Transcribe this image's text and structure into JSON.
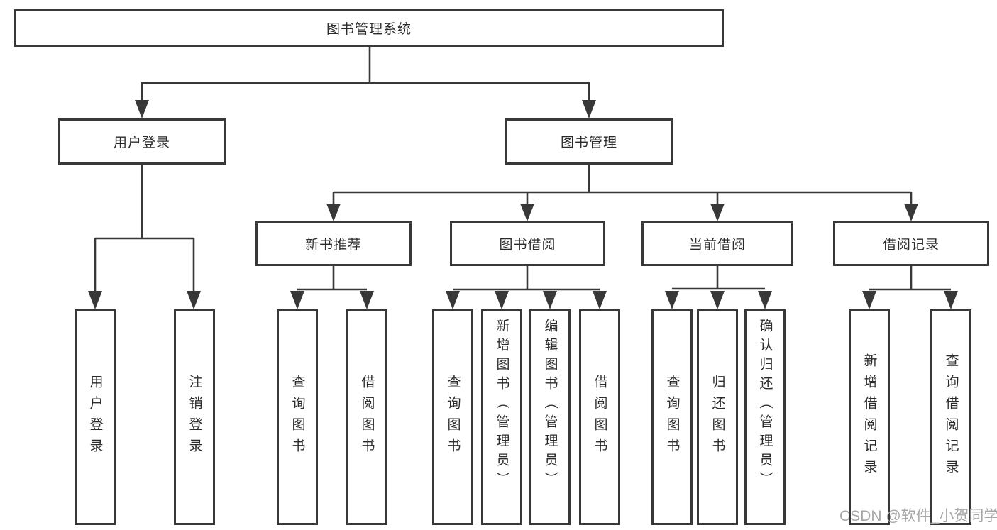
{
  "page": {
    "background": "#ffffff",
    "line_color": "#383838",
    "text_color": "#2b2b2b",
    "watermark": {
      "text": "CSDN @软件_小贺同学",
      "color": "#a6a6a6"
    }
  },
  "tree": {
    "root": {
      "label": "图书管理系统"
    },
    "level2": [
      {
        "label": "用户登录"
      },
      {
        "label": "图书管理"
      }
    ],
    "level3": [
      {
        "label": "新书推荐",
        "parent": "图书管理"
      },
      {
        "label": "图书借阅",
        "parent": "图书管理"
      },
      {
        "label": "当前借阅",
        "parent": "图书管理"
      },
      {
        "label": "借阅记录",
        "parent": "图书管理"
      }
    ],
    "leaves": [
      {
        "label": "用户登录",
        "parent": "用户登录"
      },
      {
        "label": "注销登录",
        "parent": "用户登录"
      },
      {
        "label": "查询图书",
        "parent": "新书推荐"
      },
      {
        "label": "借阅图书",
        "parent": "新书推荐"
      },
      {
        "label": "查询图书",
        "parent": "图书借阅"
      },
      {
        "label": "新增图书（管理员）",
        "parent": "图书借阅"
      },
      {
        "label": "编辑图书（管理员）",
        "parent": "图书借阅"
      },
      {
        "label": "借阅图书",
        "parent": "图书借阅"
      },
      {
        "label": "查询图书",
        "parent": "当前借阅"
      },
      {
        "label": "归还图书",
        "parent": "当前借阅"
      },
      {
        "label": "确认归还（管理员）",
        "parent": "当前借阅"
      },
      {
        "label": "新增借阅记录",
        "parent": "借阅记录"
      },
      {
        "label": "查询借阅记录",
        "parent": "借阅记录"
      }
    ]
  }
}
